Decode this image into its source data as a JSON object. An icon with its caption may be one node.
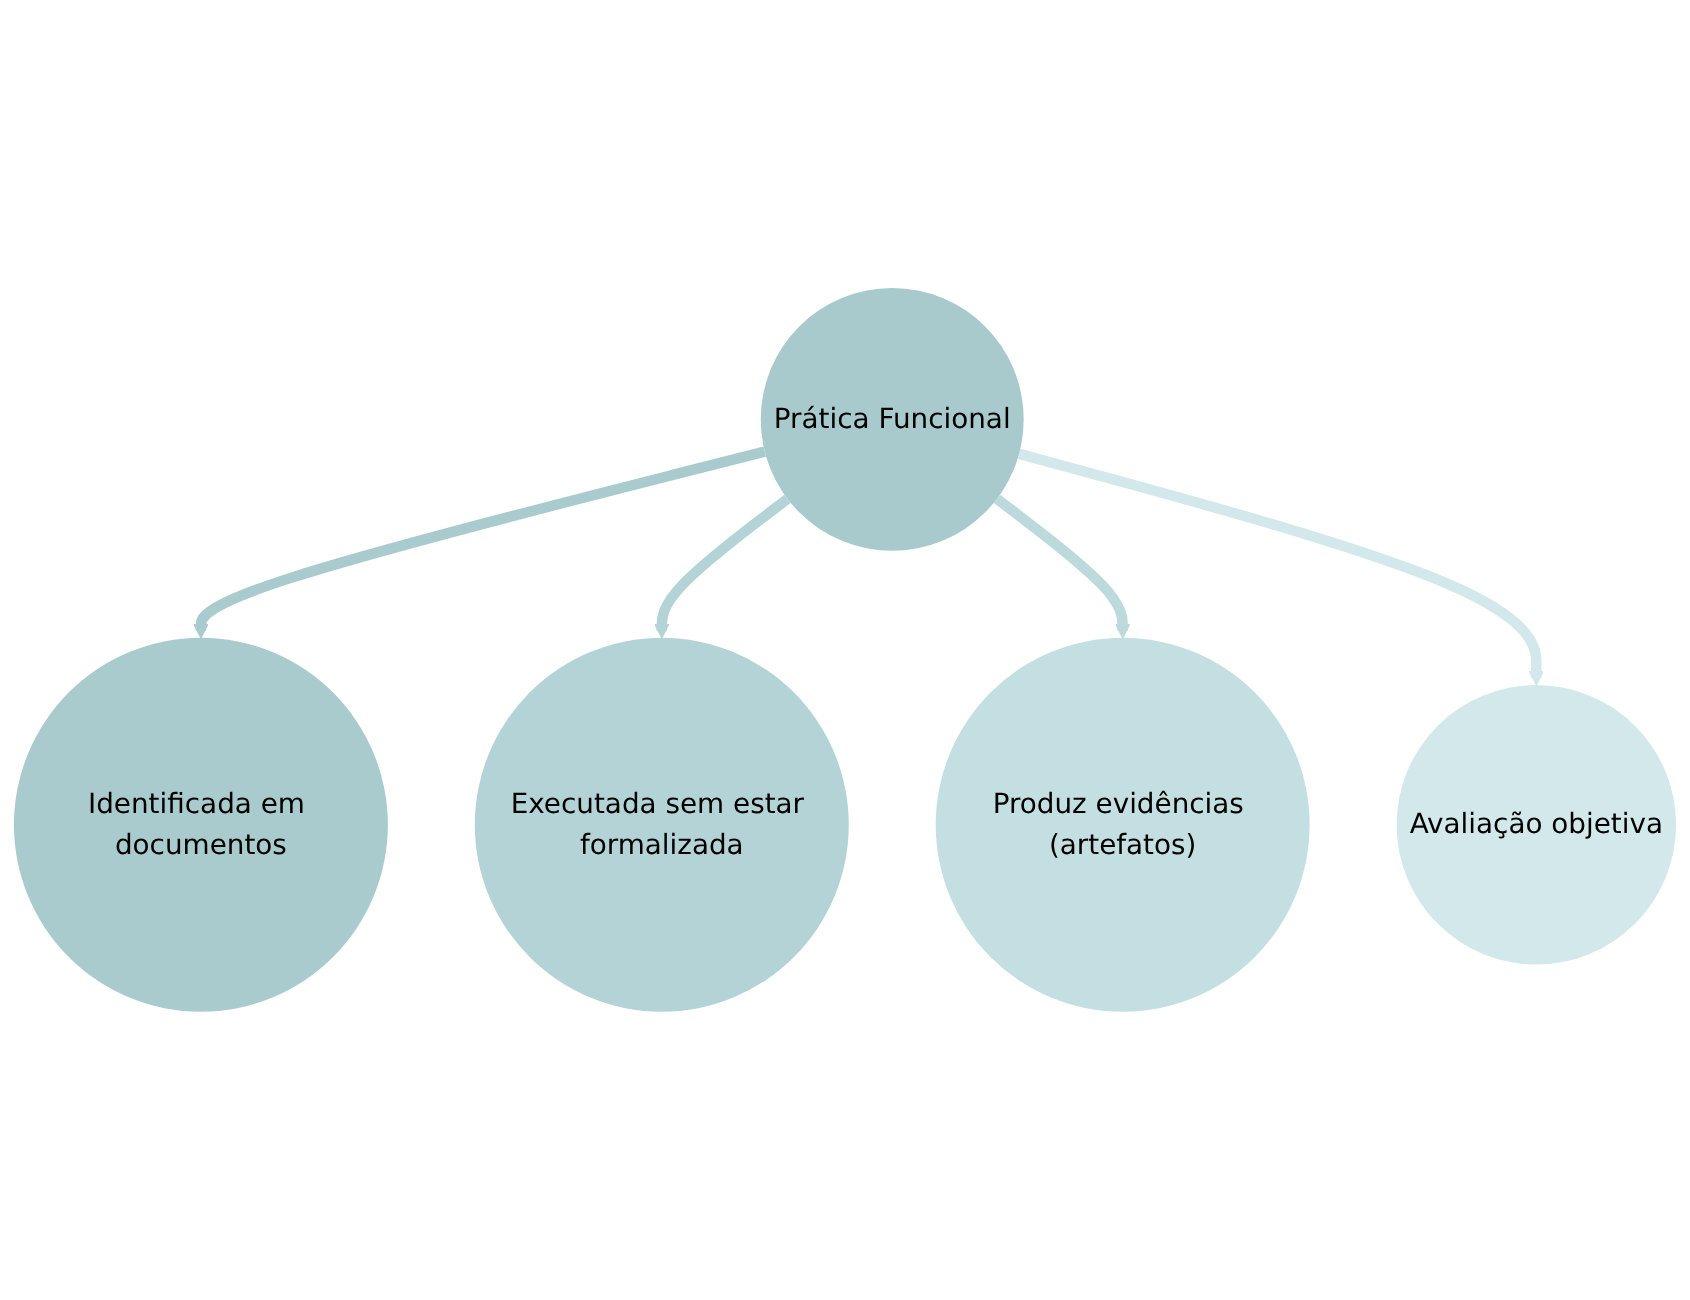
{
  "diagram": {
    "nodes": [
      {
        "text": [
          "Prática Funcional"
        ]
      },
      {
        "text": [
          "Identificada em documentos"
        ]
      },
      {
        "text": [
          "Executada sem estar formalizada"
        ]
      },
      {
        "text": [
          "Produz evidências (artefatos)"
        ]
      },
      {
        "text": [
          "Avaliação objetiva"
        ]
      }
    ],
    "edges": [
      {
        "from": 0,
        "to": 1,
        "arrow": "to",
        "color": "#a9cbcd"
      },
      {
        "from": 0,
        "to": 2,
        "arrow": "to",
        "color": "#b4d3d6"
      },
      {
        "from": 0,
        "to": 3,
        "arrow": "to",
        "color": "#bcd9dc"
      },
      {
        "from": 0,
        "to": 4,
        "arrow": "to",
        "color": "#d3e8ea"
      }
    ]
  }
}
